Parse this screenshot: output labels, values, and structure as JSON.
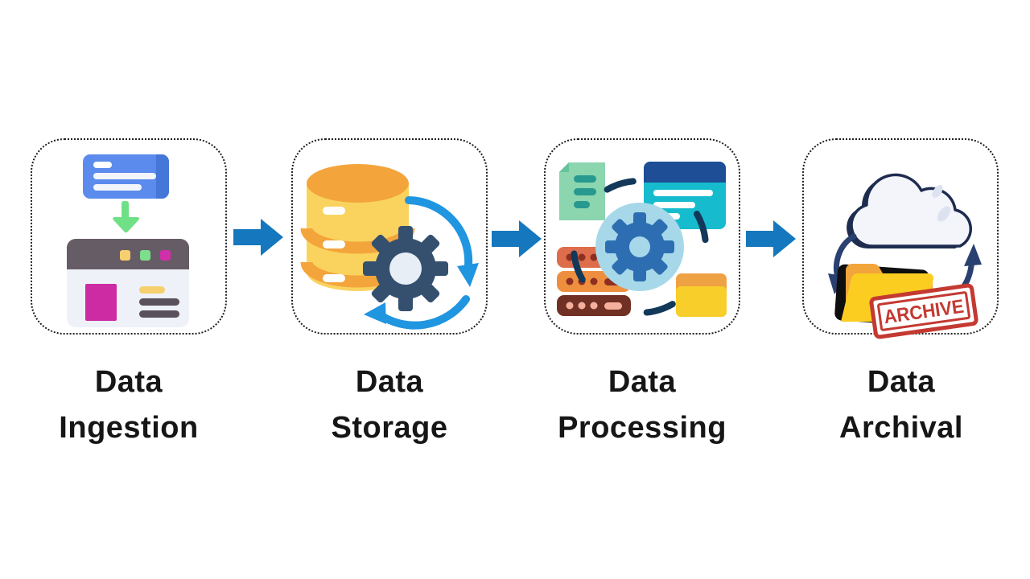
{
  "flow": {
    "stages": [
      {
        "name": "data-ingestion",
        "label_line1": "Data",
        "label_line2": "Ingestion",
        "icon": "message-to-browser-download-icon"
      },
      {
        "name": "data-storage",
        "label_line1": "Data",
        "label_line2": "Storage",
        "icon": "database-gear-sync-icon"
      },
      {
        "name": "data-processing",
        "label_line1": "Data",
        "label_line2": "Processing",
        "icon": "documents-servers-gear-cycle-icon"
      },
      {
        "name": "data-archival",
        "label_line1": "Data",
        "label_line2": "Archival",
        "icon": "cloud-folder-archive-icon",
        "stamp_text": "ARCHIVE"
      }
    ],
    "connector": {
      "icon": "right-arrow-icon",
      "count": 3
    },
    "colors": {
      "arrow_blue": "#1577bd",
      "label_text": "#161616",
      "stamp_red": "#c43931",
      "dotted_border": "#1f1f1f",
      "background": "#ffffff",
      "database_yellow": "#fad35f",
      "database_orange": "#f3a53c",
      "gear_navy": "#35506f",
      "sync_blue": "#2095e0",
      "process_circle_blue": "#a7d8e9",
      "process_gear_blue": "#2d6eb3"
    }
  }
}
